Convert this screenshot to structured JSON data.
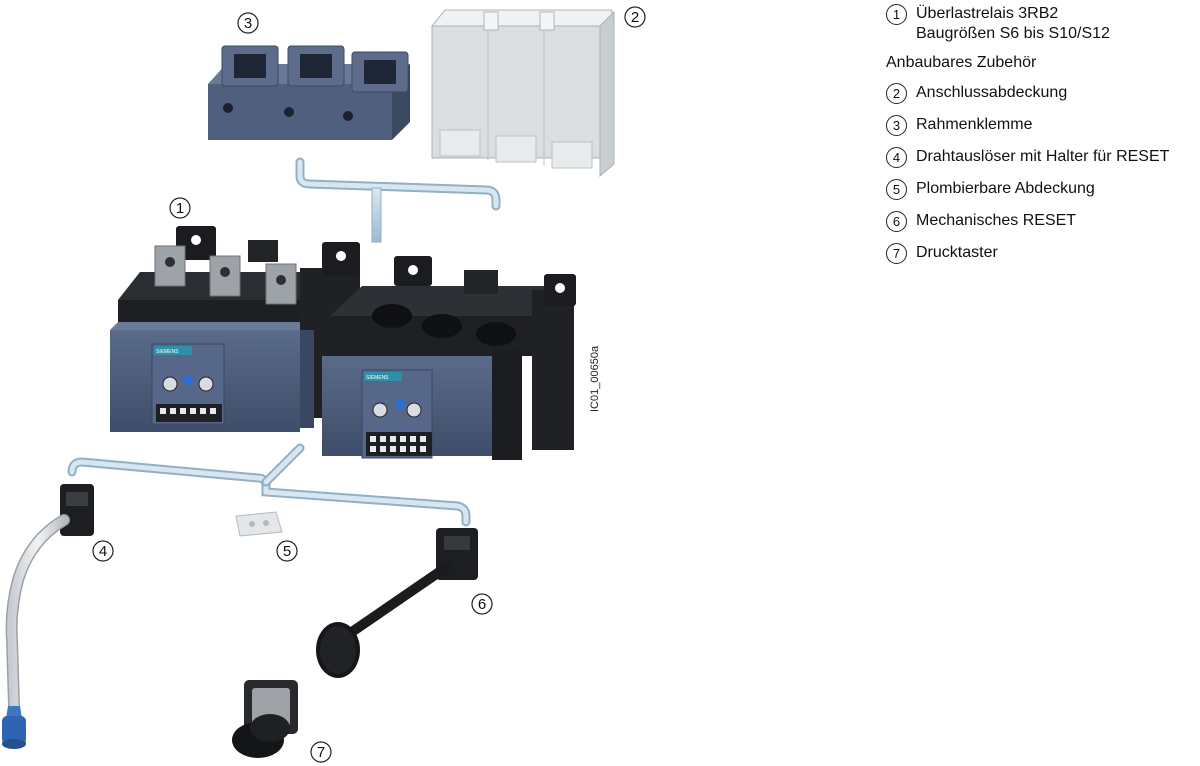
{
  "document_id": "IC01_00650a",
  "brand_label": "SIEMENS",
  "legend": {
    "main_item": {
      "number": "1",
      "line1": "Überlastrelais 3RB2",
      "line2": "Baugrößen S6 bis S10/S12"
    },
    "accessories_heading": "Anbaubares Zubehör",
    "accessories": [
      {
        "number": "2",
        "label": "Anschlussabdeckung"
      },
      {
        "number": "3",
        "label": "Rahmenklemme"
      },
      {
        "number": "4",
        "label": "Drahtauslöser mit Halter für RESET"
      },
      {
        "number": "5",
        "label": "Plombierbare Abdeckung"
      },
      {
        "number": "6",
        "label": "Mechanisches RESET"
      },
      {
        "number": "7",
        "label": "Drucktaster"
      }
    ]
  },
  "callouts": [
    "1",
    "2",
    "3",
    "4",
    "5",
    "6",
    "7"
  ],
  "colors": {
    "housing_blue": "#4a5a78",
    "housing_black": "#1d1f22",
    "connector_light_blue": "#b8d0e0",
    "cover_transparent": "#d9dde0",
    "button_blue": "#2b6fd0",
    "cable_tip_blue": "#3f76c4"
  }
}
